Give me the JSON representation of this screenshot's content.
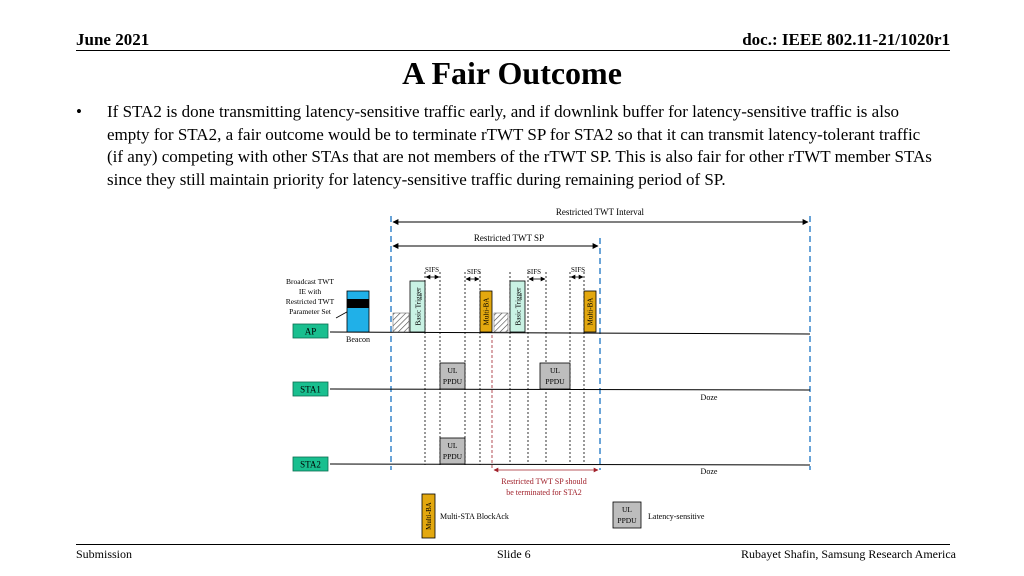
{
  "header": {
    "date": "June 2021",
    "doc_id": "doc.: IEEE 802.11-21/1020r1"
  },
  "title": "A Fair Outcome",
  "bullet": {
    "marker": "•",
    "text": "If STA2 is done transmitting latency-sensitive traffic early, and if downlink buffer for latency-sensitive traffic is also empty for STA2, a fair outcome would be to terminate rTWT SP for STA2 so that it can transmit latency-tolerant traffic (if any) competing with other STAs that are not members of the rTWT SP. This is also fair for other rTWT member STAs since they still maintain priority for latency-sensitive traffic during remaining period of SP."
  },
  "diagram": {
    "interval_label": "Restricted TWT Interval",
    "sp_label": "Restricted TWT SP",
    "sifs_label": "SIFS",
    "broadcast_note": [
      "Broadcast TWT",
      "IE with",
      "Restricted TWT",
      "Parameter Set"
    ],
    "beacon_label": "Beacon",
    "stations": {
      "ap": "AP",
      "sta1": "STA1",
      "sta2": "STA2"
    },
    "trigger_label": "Basic Trigger",
    "multiba_label": "Multi-BA",
    "ul_ppdu": [
      "UL",
      "PPDU"
    ],
    "doze_label": "Doze",
    "terminate_note": [
      "Restricted TWT  SP should",
      "be terminated for STA2"
    ],
    "legend": {
      "blockack_label": "Multi-STA BlockAck",
      "latency_label": "Latency-sensitive"
    },
    "colors": {
      "station_box": "#19bf8f",
      "trigger": "#c9f2e4",
      "multiba": "#e3a80f",
      "ppdu": "#bdbdbd",
      "beacon": "#20b0e8",
      "dashed_line": "#2b7ec7",
      "note_red": "#a0202a"
    }
  },
  "footer": {
    "left": "Submission",
    "center": "Slide 6",
    "right": "Rubayet Shafin, Samsung Research America"
  }
}
